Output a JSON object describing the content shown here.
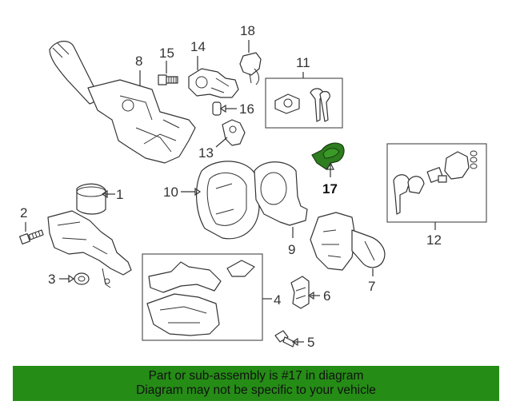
{
  "callouts": {
    "c1": "1",
    "c2": "2",
    "c3": "3",
    "c4": "4",
    "c5": "5",
    "c6": "6",
    "c7": "7",
    "c8": "8",
    "c9": "9",
    "c10": "10",
    "c11": "11",
    "c12": "12",
    "c13": "13",
    "c14": "14",
    "c15": "15",
    "c16": "16",
    "c17": "17",
    "c18": "18"
  },
  "highlighted_part": "17",
  "colors": {
    "highlight": "#2e7d1f",
    "banner": "#258c16",
    "line": "#333333"
  },
  "banner": {
    "line1": "Part or sub-assembly is #17 in diagram",
    "line2": "Diagram may not be specific to your vehicle"
  }
}
